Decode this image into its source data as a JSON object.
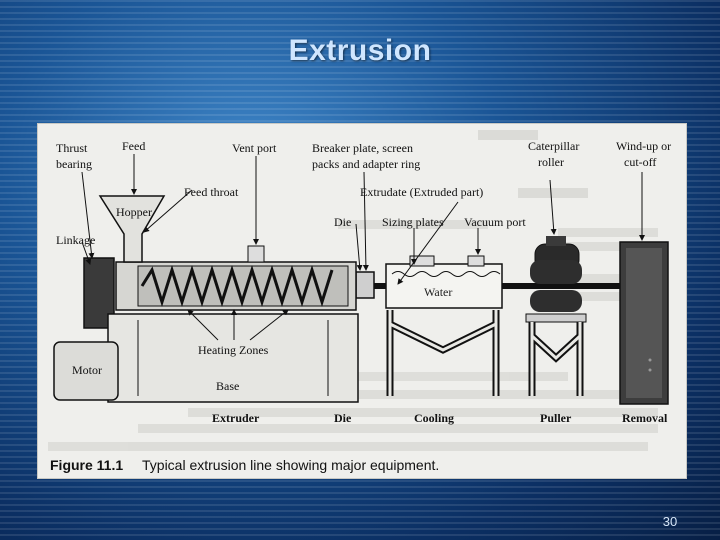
{
  "slide": {
    "title": "Extrusion",
    "page_number": "30"
  },
  "figure": {
    "caption_label": "Figure 11.1",
    "caption_text": "Typical extrusion line showing major equipment.",
    "labels": {
      "thrust_bearing": [
        "Thrust",
        "bearing"
      ],
      "feed": "Feed",
      "vent_port": "Vent port",
      "breaker_plate": [
        "Breaker plate, screen",
        "packs and adapter ring"
      ],
      "caterpillar_roller": [
        "Caterpillar",
        "roller"
      ],
      "windup": [
        "Wind-up or",
        "cut-off"
      ],
      "feed_throat": "Feed throat",
      "extrudate": "Extrudate (Extruded part)",
      "hopper": "Hopper",
      "linkage": "Linkage",
      "die_top": "Die",
      "sizing_plates": "Sizing plates",
      "vacuum_port": "Vacuum port",
      "water": "Water",
      "heating_zones": "Heating Zones",
      "motor": "Motor",
      "base": "Base"
    },
    "stage_labels": {
      "extruder": "Extruder",
      "die": "Die",
      "cooling": "Cooling",
      "puller": "Puller",
      "removal": "Removal"
    }
  }
}
